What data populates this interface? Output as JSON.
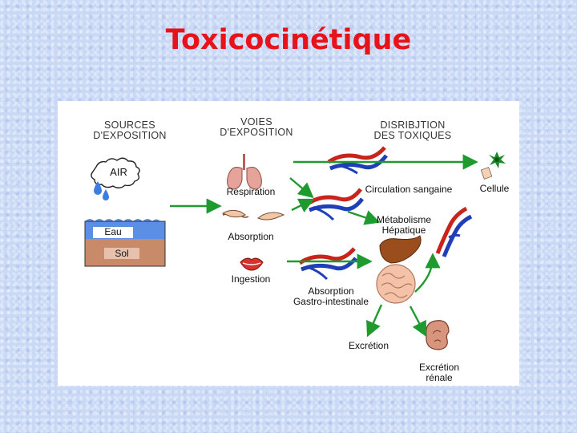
{
  "title": "Toxicocinétique",
  "headers": {
    "sources": [
      "SOURCES",
      "D'EXPOSITION"
    ],
    "voies": [
      "VOIES",
      "D'EXPOSITION"
    ],
    "distribution": [
      "DISRIBJTION",
      "DES TOXIQUES"
    ]
  },
  "sources": {
    "air": "AIR",
    "eau": "Eau",
    "sol": "Sol"
  },
  "voies": {
    "respiration": "Respiration",
    "absorption": "Absorption",
    "ingestion": "Ingestion"
  },
  "distribution": {
    "circulation": "Circulation sangaine",
    "cellule": "Cellule",
    "metabolisme": [
      "Métabolisme",
      "Hépatique"
    ],
    "absorption_gi": [
      "Absorption",
      "Gastro-intestinale"
    ],
    "excretion": "Excrétion",
    "excretion_renale": [
      "Excrétion",
      "rénale"
    ]
  },
  "colors": {
    "title": "#e8121a",
    "arrow": "#1f9a2e",
    "blood_red": "#c8241c",
    "blood_blue": "#1f3fb8",
    "water": "#4a86e8",
    "soil": "#c98a6a"
  },
  "icons": [
    "water-drop-icon",
    "lungs-icon",
    "hands-icon",
    "lips-icon",
    "blood-vessels-icon",
    "cell-icon",
    "liver-icon",
    "intestine-icon",
    "kidney-icon"
  ]
}
